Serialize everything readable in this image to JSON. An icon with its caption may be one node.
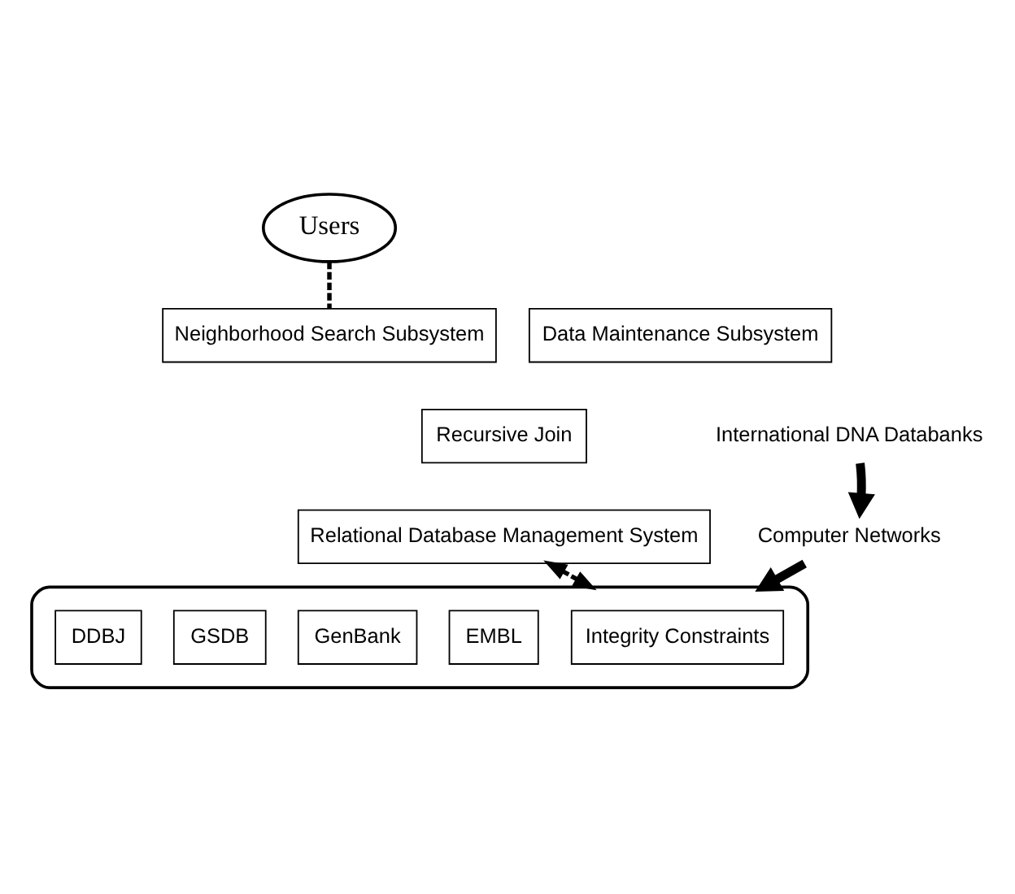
{
  "diagram": {
    "nodes": [
      {
        "text": [
          "Users"
        ]
      },
      {
        "text": [
          "Neighborhood Search Subsystem"
        ]
      },
      {
        "text": [
          "Data Maintenance Subsystem"
        ]
      },
      {
        "text": [
          "Recursive Join"
        ]
      },
      {
        "text": [
          "Relational Database Management System"
        ]
      },
      {
        "text": [
          "International DNA Databanks"
        ]
      },
      {
        "text": [
          "Computer Networks"
        ]
      },
      {
        "text": [],
        "shape": "cylinder"
      },
      {
        "text": [
          "Integrity Constraints"
        ],
        "in": 7
      },
      {
        "text": [
          "EMBL"
        ],
        "in": 7
      },
      {
        "text": [
          "GenBank"
        ],
        "in": 7
      },
      {
        "text": [
          "GSDB"
        ],
        "in": 7
      },
      {
        "text": [
          "DDBJ"
        ],
        "in": 7
      }
    ],
    "edges": [
      {
        "from": 0,
        "to": 1,
        "arrow": "none",
        "style": "dashed"
      },
      {
        "from": 4,
        "to": 7,
        "arrow": "both",
        "style": "dashed"
      },
      {
        "from": 5,
        "to": 6,
        "arrow": "to",
        "style": "thick"
      },
      {
        "from": 6,
        "to": 7,
        "arrow": "to",
        "style": "thick"
      }
    ]
  }
}
